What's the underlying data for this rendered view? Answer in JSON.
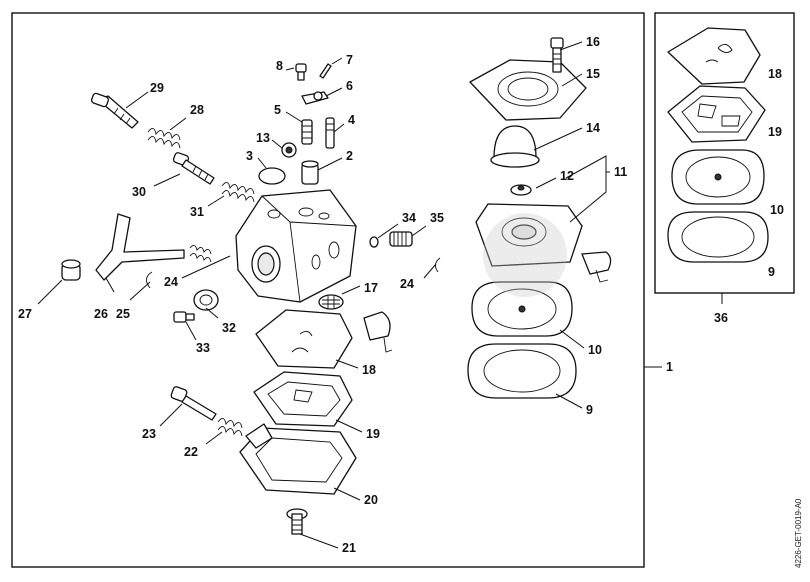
{
  "figure_code": "4226-GET-0019-A0",
  "callouts": [
    "1",
    "2",
    "3",
    "4",
    "5",
    "6",
    "7",
    "8",
    "9",
    "9",
    "10",
    "10",
    "11",
    "12",
    "13",
    "14",
    "15",
    "16",
    "17",
    "18",
    "18",
    "19",
    "19",
    "20",
    "21",
    "22",
    "23",
    "24",
    "24",
    "25",
    "26",
    "27",
    "28",
    "29",
    "30",
    "31",
    "32",
    "33",
    "34",
    "35",
    "36"
  ],
  "colors": {
    "line": "#111111",
    "background": "#ffffff"
  }
}
